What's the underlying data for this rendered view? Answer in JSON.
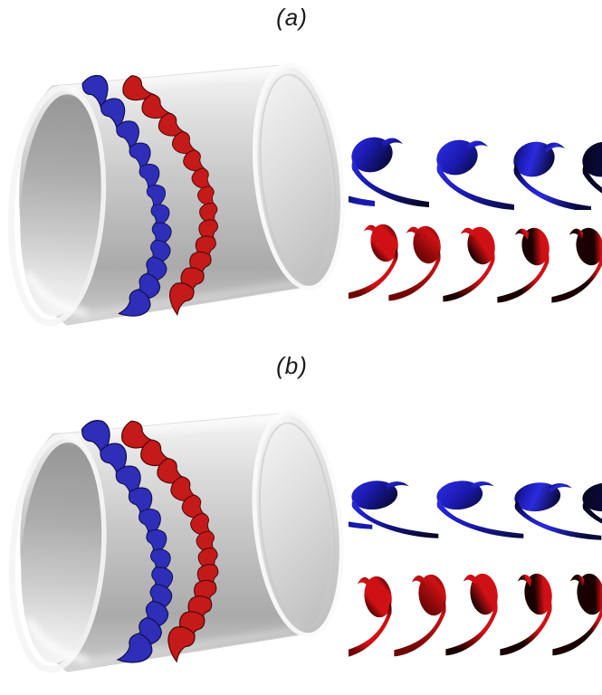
{
  "figure": {
    "panels": [
      {
        "id": "a",
        "label": "(a)"
      },
      {
        "id": "b",
        "label": "(b)"
      }
    ],
    "colors": {
      "background": "#ffffff",
      "label_color": "#1a1a1a",
      "blade_blue_bright": "#2b2bdf",
      "blade_blue_mid": "#1a1aae",
      "blade_blue_deep": "#0a0a3c",
      "blade_blue_black": "#05051a",
      "blade_red_bright": "#cf1115",
      "blade_red_deep": "#6e0606",
      "blade_red_black": "#190101",
      "ring_blue": "#2e2eb8",
      "ring_blue_edge": "#101054",
      "ring_red": "#c41a1a",
      "ring_red_edge": "#500707",
      "cyl_mid": "#c0c0c0",
      "cyl_dark": "#a6a6a6"
    }
  }
}
